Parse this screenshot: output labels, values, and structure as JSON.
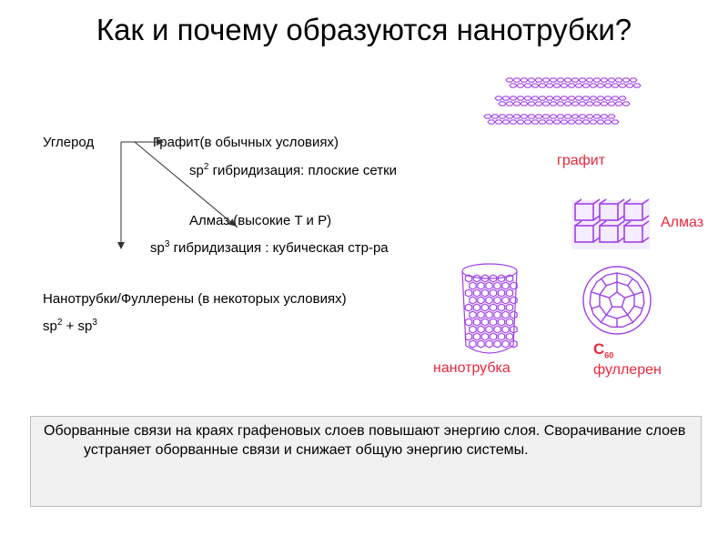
{
  "title": "Как и почему образуются нанотрубки?",
  "scheme": {
    "carbon": "Углерод",
    "graphite": "Графит(в обычных условиях)",
    "sp2_prefix": "sp",
    "sp2_sup": "2",
    "sp2_text": " гибридизация: плоские сетки",
    "diamond": "Алмаз (высокие T и P)",
    "sp3_prefix": "sp",
    "sp3_sup": "3",
    "sp3_text": " гибридизация : кубическая стр-ра",
    "nano": "Нанотрубки/Фуллерены (в некоторых условиях)",
    "mix_a": "sp",
    "mix_a_sup": "2",
    "mix_plus": " + sp",
    "mix_b_sup": "3"
  },
  "labels": {
    "graphite": "графит",
    "diamond": "Алмаз",
    "nanotube": "нанотрубка",
    "c": "C",
    "c_sub": "60",
    "fullerene": "фуллерен"
  },
  "note": "Оборванные связи на краях графеновых слоев повышают энергию слоя. Сворачивание слоев устраняет оборванные связи и снижает общую энергию системы.",
  "colors": {
    "accent": "#e8283c",
    "lattice": "#a040e8"
  }
}
